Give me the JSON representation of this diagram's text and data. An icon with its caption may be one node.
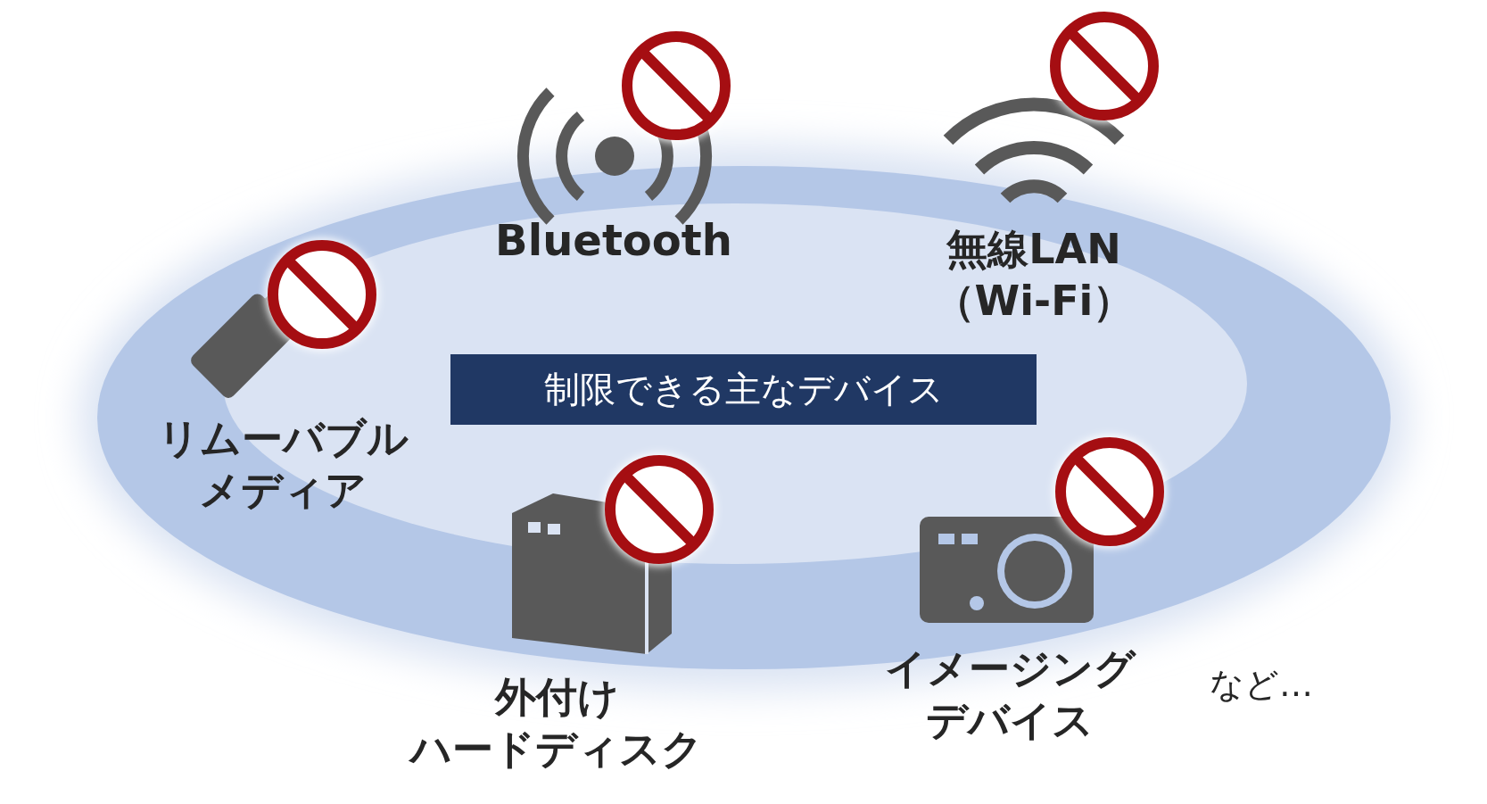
{
  "diagram": {
    "nodes": [
      {
        "text": [
          "制限できる主なデバイス"
        ]
      }
    ],
    "labels": [
      "Bluetooth",
      "無線LAN（Wi-Fi）",
      "リムーバブルメディア",
      "外付けハードディスク",
      "イメージングデバイス",
      "など…"
    ]
  }
}
